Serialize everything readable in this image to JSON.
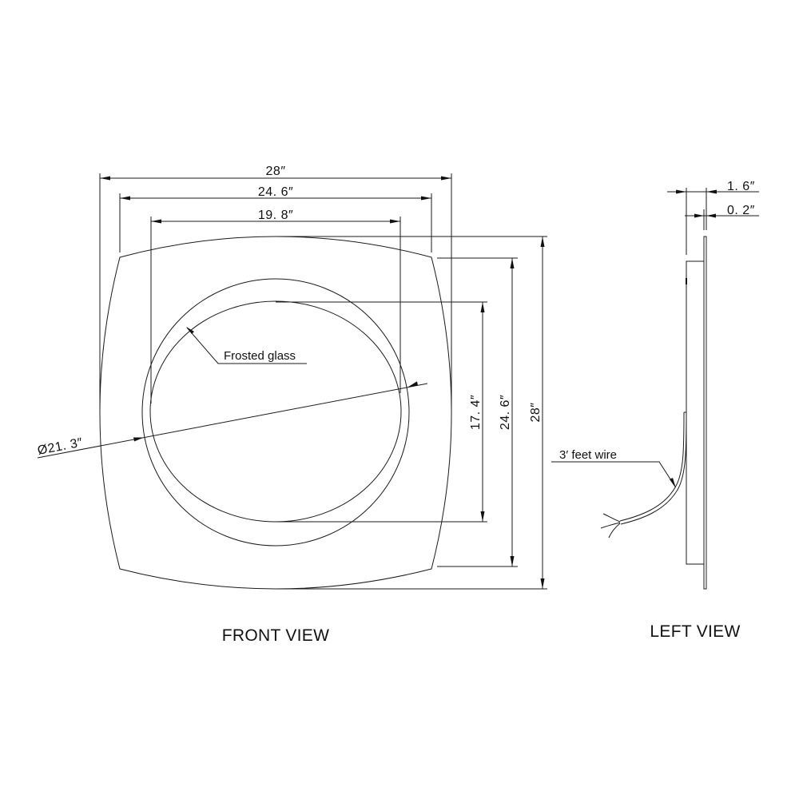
{
  "drawing": {
    "colors": {
      "line": "#1a1a1a",
      "background": "#ffffff"
    },
    "front_view": {
      "title": "FRONT VIEW",
      "dimensions": {
        "overall_width": "28″",
        "inner_frame_width": "24. 6″",
        "glass_width": "19. 8″",
        "overall_height": "28″",
        "inner_frame_height": "24. 6″",
        "glass_height": "17. 4″",
        "ring_diameter": "Ø21. 3″"
      },
      "callouts": {
        "frosted_glass": "Frosted glass"
      }
    },
    "left_view": {
      "title": "LEFT VIEW",
      "dimensions": {
        "total_depth": "1. 6″",
        "glass_thickness": "0. 2″"
      },
      "callouts": {
        "wire": "3′ feet wire"
      }
    }
  }
}
